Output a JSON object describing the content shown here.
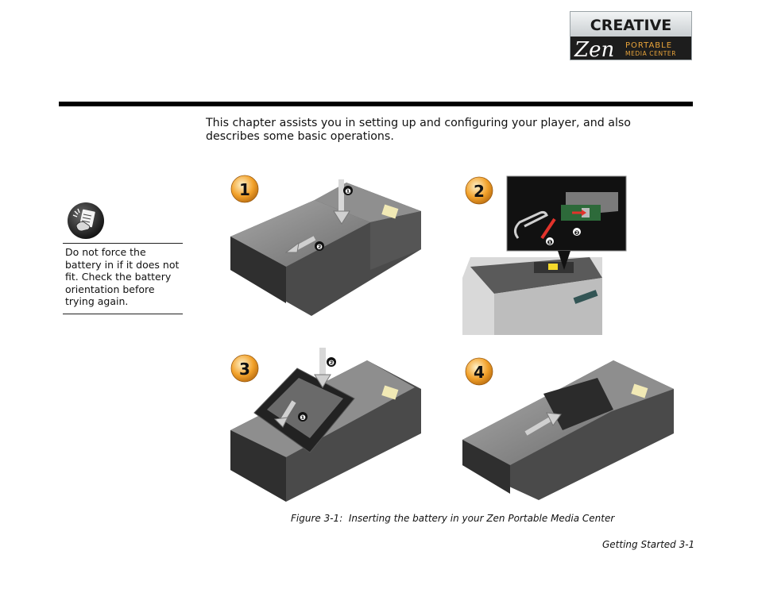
{
  "logo": {
    "brand": "CREATIVE",
    "product": "Zen",
    "subtitle_line1": "PORTABLE",
    "subtitle_line2": "MEDIA CENTER"
  },
  "intro_text": "This chapter assists you in setting up and configuring your player, and also describes some basic operations.",
  "note": {
    "icon": "note-hand-icon",
    "text": "Do not force the battery in if it does not fit. Check the battery orientation before trying again."
  },
  "figure": {
    "steps": [
      {
        "number": "1",
        "markers": [
          "❶",
          "❷"
        ]
      },
      {
        "number": "2",
        "markers": [
          "❶",
          "❷"
        ]
      },
      {
        "number": "3",
        "markers": [
          "❷",
          "❶"
        ]
      },
      {
        "number": "4",
        "markers": []
      }
    ],
    "caption": "Figure 3-1:  Inserting the battery in your Zen Portable Media Center"
  },
  "footer": "Getting Started 3-1",
  "colors": {
    "badge_orange": "#f2a12a",
    "device_gray": "#8a8a8a",
    "logo_dark": "#1d1d1d"
  }
}
